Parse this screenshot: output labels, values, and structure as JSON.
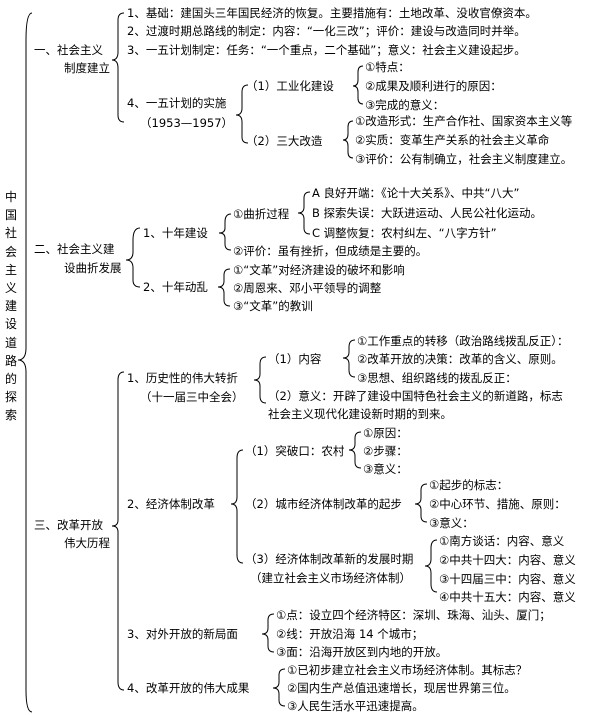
{
  "root": "中国社会主义建设道路的探索",
  "s1": {
    "l1": "一、社会主义",
    "l2": "制度建立",
    "p1": "1、基础：建国头三年国民经济的恢复。主要措施有：土地改革、没收官僚资本。",
    "p2": "2、过渡时期总路线的制定：内容：“一化三改”；评价：建设与改造同时并举。",
    "p3": "3、一五计划制定：任务：“一个重点，二个基础”；意义：社会主义建设起步。",
    "p4a": "4、一五计划的实施",
    "p4b": "（1953—1957）",
    "i1": "（1）工业化建设",
    "i1a": "①特点：",
    "i1b": "②成果及顺利进行的原因：",
    "i1c": "③完成的意义：",
    "i2": "（2）三大改造",
    "i2a": "①改造形式：生产合作社、国家资本主义等",
    "i2b": "②实质：变革生产关系的社会主义革命",
    "i2c": "③评价：公有制确立，社会主义制度建立。"
  },
  "s2": {
    "l1": "二、社会主义建",
    "l2": "设曲折发展",
    "p1": "1、十年建设",
    "p1a": "①曲折过程",
    "p1a1": "A 良好开端：《论十大关系》、中共“八大”",
    "p1a2": "B 探索失误：大跃进运动、人民公社化运动。",
    "p1a3": "C 调整恢复：农村纠左、“八字方针”",
    "p1b": "②评价：虽有挫折，但成绩是主要的。",
    "p2": "2、十年动乱",
    "p2a": "①“文革”对经济建设的破坏和影响",
    "p2b": "②周恩来、邓小平领导的调整",
    "p2c": "③“文革”的教训"
  },
  "s3": {
    "l1": "三、改革开放",
    "l2": "伟大历程",
    "p1a": "1、历史性的伟大转折",
    "p1b": "（十一届三中全会）",
    "p1x": "（1）内容",
    "p1x1": "①工作重点的转移（政治路线拨乱反正）：",
    "p1x2": "②改革开放的决策：改革的含义、原则。",
    "p1x3": "③思想、组织路线的拨乱反正：",
    "p1y": "（2）意义：开辟了建设中国特色社会主义的新道路，标志",
    "p1y2": "社会主义现代化建设新时期的到来。",
    "p2": "2、经济体制改革",
    "p2a": "（1）突破口：农村",
    "p2a1": "①原因：",
    "p2a2": "②步骤：",
    "p2a3": "③意义：",
    "p2b": "（2）城市经济体制改革的起步",
    "p2b1": "①起步的标志：",
    "p2b2": "②中心环节、措施、原则：",
    "p2b3": "③意义：",
    "p2c": "（3）经济体制改革新的发展时期",
    "p2c2": "（建立社会主义市场经济体制）",
    "p2c1x": "①南方谈话：内容、意义",
    "p2c2x": "②中共十四大：内容、意义",
    "p2c3x": "③十四届三中：内容、意义",
    "p2c4x": "④中共十五大：内容、意义",
    "p3": "3、对外开放的新局面",
    "p3a": "①点：设立四个经济特区：深圳、珠海、汕头、厦门；",
    "p3b": "②线：开放沿海 14 个城市；",
    "p3c": "③面：沿海开放区到内地的开放。",
    "p4": "4、改革开放的伟大成果",
    "p4a": "①已初步建立社会主义市场经济体制。其标志？",
    "p4b": "②国内生产总值迅速增长，现居世界第三位。",
    "p4c": "③人民生活水平迅速提高。"
  }
}
